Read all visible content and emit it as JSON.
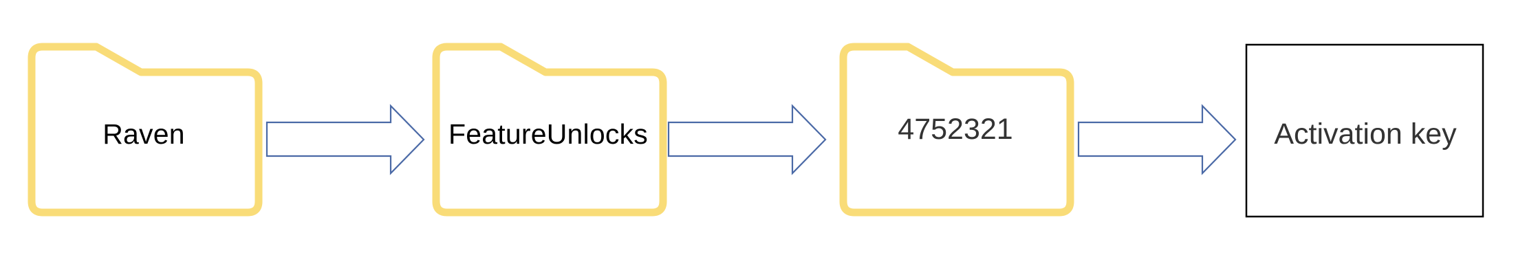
{
  "diagram": {
    "nodes": [
      {
        "id": "raven",
        "kind": "folder",
        "label": "Raven"
      },
      {
        "id": "feature-unlocks",
        "kind": "folder",
        "label": "FeatureUnlocks"
      },
      {
        "id": "number",
        "kind": "folder",
        "label": "4752321"
      },
      {
        "id": "activation-key",
        "kind": "box",
        "label": "Activation key"
      }
    ],
    "edges": [
      {
        "from": "raven",
        "to": "feature-unlocks"
      },
      {
        "from": "feature-unlocks",
        "to": "number"
      },
      {
        "from": "number",
        "to": "activation-key"
      }
    ],
    "colors": {
      "folder_stroke": "#F9DC78",
      "arrow_stroke": "#4A69A6",
      "box_stroke": "#000000"
    },
    "icons": {
      "folder": "folder-icon",
      "arrow": "right-arrow-icon"
    }
  }
}
